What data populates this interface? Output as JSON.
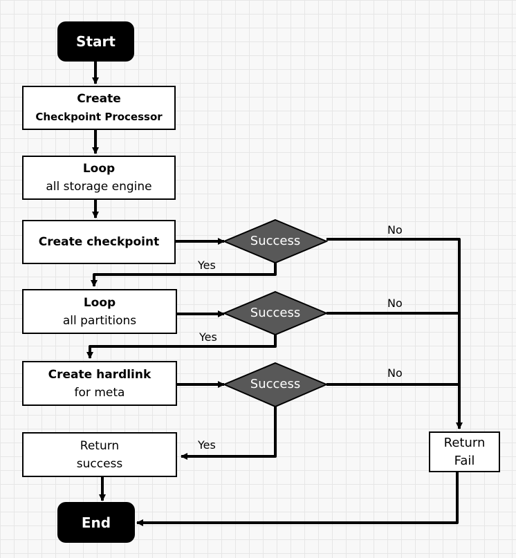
{
  "nodes": {
    "start": "Start",
    "create_processor": {
      "line1": "Create",
      "line2": "Checkpoint Processor"
    },
    "loop_engines": {
      "line1": "Loop",
      "line2": "all storage engine"
    },
    "create_checkpoint": "Create checkpoint",
    "loop_partitions": {
      "line1": "Loop",
      "line2": "all partitions"
    },
    "create_hardlink": {
      "line1": "Create hardlink",
      "line2": "for meta"
    },
    "return_success": {
      "line1": "Return",
      "line2": "success"
    },
    "return_fail": {
      "line1": "Return",
      "line2": "Fail"
    },
    "end": "End"
  },
  "decisions": {
    "d1": "Success",
    "d2": "Success",
    "d3": "Success"
  },
  "edge_labels": {
    "no1": "No",
    "yes1": "Yes",
    "no2": "No",
    "yes2": "Yes",
    "no3": "No",
    "yes3": "Yes"
  },
  "colors": {
    "terminal_fill": "#000000",
    "decision_fill": "#585858",
    "box_fill": "#ffffff",
    "line": "#000000",
    "grid": "#e6e6e6"
  }
}
